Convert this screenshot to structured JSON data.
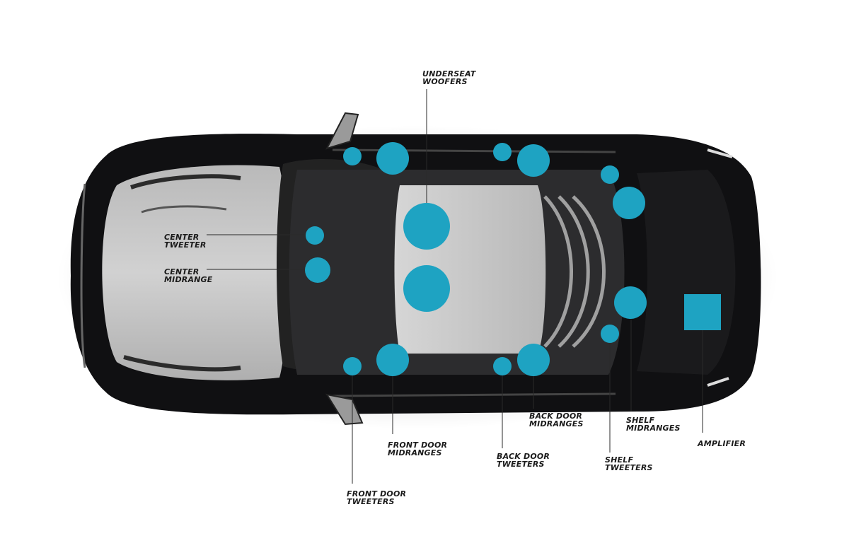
{
  "diagram": {
    "accent_color": "#1ea3c2",
    "car_body_color": "#0f0f10",
    "glass_color": "#9a9a9a",
    "labels": {
      "underseat_woofers": "UNDERSEAT\nWOOFERS",
      "center_tweeter": "CENTER\nTWEETER",
      "center_midrange": "CENTER\nMIDRANGE",
      "front_door_midranges": "FRONT DOOR\nMIDRANGES",
      "front_door_tweeters": "FRONT DOOR\nTWEETERS",
      "back_door_midranges": "BACK DOOR\nMIDRANGES",
      "back_door_tweeters": "BACK DOOR\nTWEETERS",
      "shelf_midranges": "SHELF\nMIDRANGES",
      "shelf_tweeters": "SHELF\nTWEETERS",
      "amplifier": "AMPLIFIER"
    }
  }
}
